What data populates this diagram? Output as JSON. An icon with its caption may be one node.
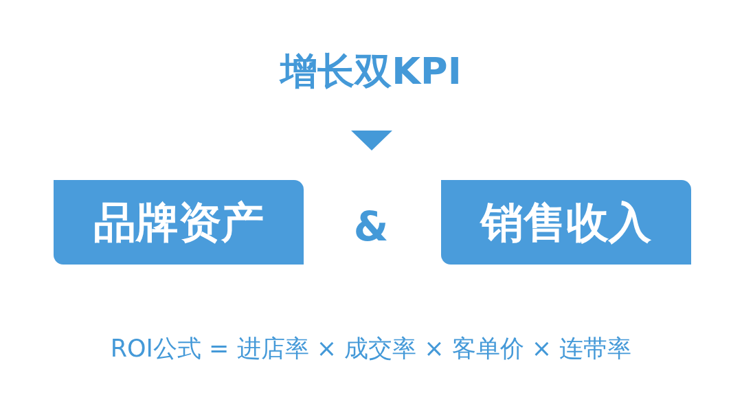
{
  "diagram": {
    "title": "增长双KPI",
    "nodes": [
      {
        "text": [
          "品牌资产"
        ]
      },
      {
        "text": [
          "销售收入"
        ]
      }
    ],
    "edges": [],
    "labels": [
      "&",
      "ROI公式 = 进店率 × 成交率 × 客单价 × 连带率"
    ]
  }
}
